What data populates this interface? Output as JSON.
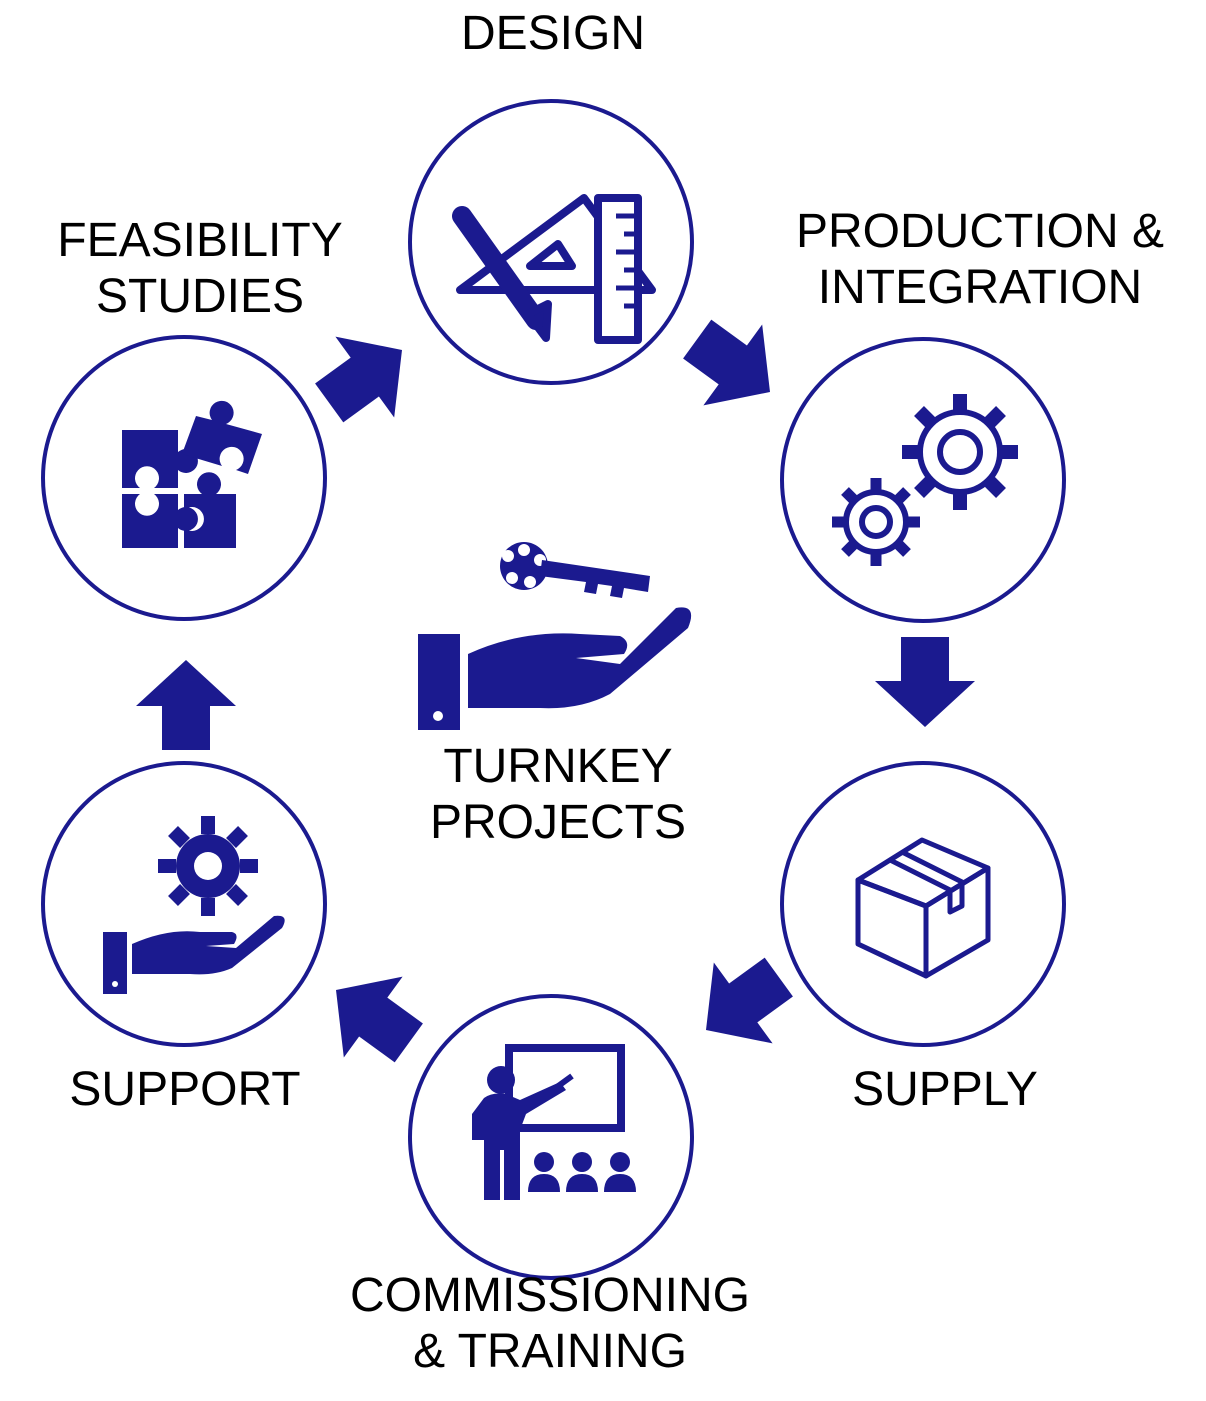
{
  "colors": {
    "brand_navy": "#1b1a8f",
    "text": "#000000",
    "background": "#ffffff"
  },
  "center": {
    "line1": "TURNKEY",
    "line2": "PROJECTS",
    "icon": "hand-key-icon"
  },
  "stages": [
    {
      "line1": "DESIGN",
      "line2": "",
      "icon": "drafting-tools-icon"
    },
    {
      "line1": "PRODUCTION &",
      "line2": "INTEGRATION",
      "icon": "gears-icon"
    },
    {
      "line1": "SUPPLY",
      "line2": "",
      "icon": "package-box-icon"
    },
    {
      "line1": "COMMISSIONING",
      "line2": "& TRAINING",
      "icon": "presentation-training-icon"
    },
    {
      "line1": "SUPPORT",
      "line2": "",
      "icon": "hand-gear-icon"
    },
    {
      "line1": "FEASIBILITY",
      "line2": "STUDIES",
      "icon": "puzzle-icon"
    }
  ],
  "connectors": [
    {
      "icon": "arrow-icon",
      "from": "FEASIBILITY STUDIES",
      "to": "DESIGN"
    },
    {
      "icon": "arrow-icon",
      "from": "DESIGN",
      "to": "PRODUCTION & INTEGRATION"
    },
    {
      "icon": "arrow-icon",
      "from": "PRODUCTION & INTEGRATION",
      "to": "SUPPLY"
    },
    {
      "icon": "arrow-icon",
      "from": "SUPPLY",
      "to": "COMMISSIONING & TRAINING"
    },
    {
      "icon": "arrow-icon",
      "from": "COMMISSIONING & TRAINING",
      "to": "SUPPORT"
    },
    {
      "icon": "arrow-icon",
      "from": "SUPPORT",
      "to": "FEASIBILITY STUDIES"
    }
  ]
}
